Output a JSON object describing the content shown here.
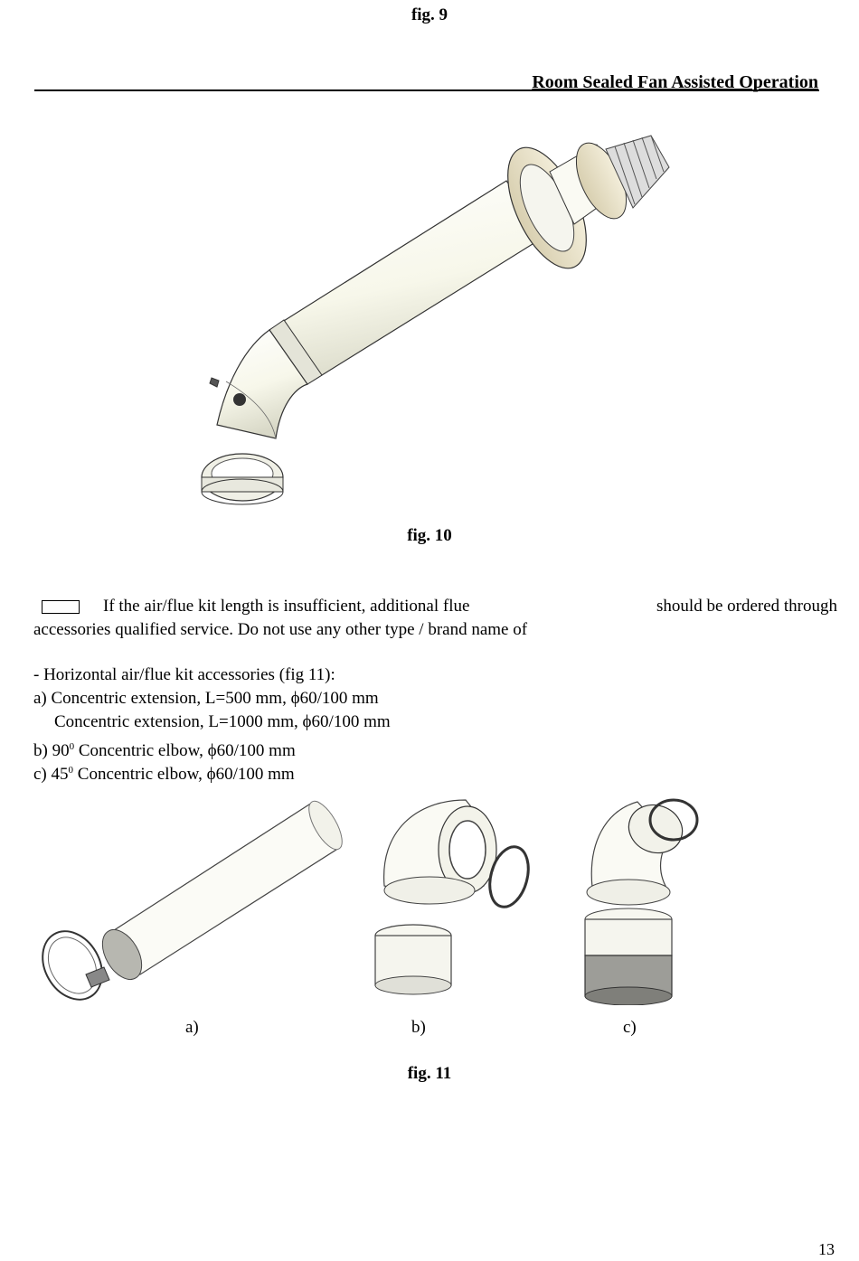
{
  "header": {
    "fig9_caption": "fig. 9",
    "section_title": "Room Sealed Fan Assisted Operation"
  },
  "figure10": {
    "caption": "fig. 10"
  },
  "note": {
    "line1_left": "If the air/flue kit length is insufficient, additional flue",
    "line1_right": "should be ordered through",
    "line2": "accessories qualified service. Do not use any other type / brand name of"
  },
  "accessories": {
    "heading": "- Horizontal air/flue kit accessories (fig 11):",
    "item_a1": "a) Concentric extension, L=500 mm, ϕ60/100 mm",
    "item_a2": "Concentric extension, L=1000 mm, ϕ60/100 mm",
    "item_b_prefix": "b) 90",
    "item_b_sup": "0",
    "item_b_suffix": " Concentric elbow, ϕ60/100 mm",
    "item_c_prefix": "c) 45",
    "item_c_sup": "0",
    "item_c_suffix": " Concentric elbow, ϕ60/100 mm"
  },
  "figure11": {
    "label_a": "a)",
    "label_b": "b)",
    "label_c": "c)",
    "caption": "fig. 11"
  },
  "footer": {
    "page_number": "13"
  }
}
